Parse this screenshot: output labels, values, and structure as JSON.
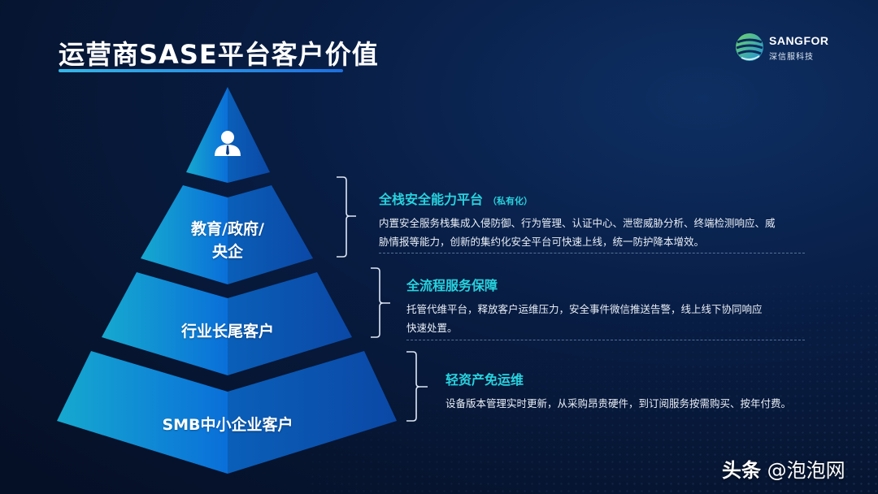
{
  "header": {
    "title": "运营商SASE平台客户价值",
    "logo": {
      "brand": "SANGFOR",
      "subtitle": "深信服科技",
      "icon": "globe-logo-icon"
    }
  },
  "pyramid": {
    "top_icon": "business-person-icon",
    "tiers": [
      {
        "label_line1": "教育/政府/",
        "label_line2": "央企"
      },
      {
        "label": "行业长尾客户"
      },
      {
        "label": "SMB中小企业客户"
      }
    ],
    "colors": {
      "light": "#1a9bd8",
      "mid": "#0c6fd6",
      "dark": "#0b4fb0",
      "teal": "#13b6c9"
    }
  },
  "values": [
    {
      "title": "全栈安全能力平台",
      "title_note": "（私有化）",
      "desc_line1": "内置安全服务栈集成入侵防御、行为管理、认证中心、泄密威胁分析、终端检测响应、威",
      "desc_line2": "胁情报等能力，创新的集约化安全平台可快速上线，统一防护降本增效。"
    },
    {
      "title": "全流程服务保障",
      "desc_line1": "托管代维平台，释放客户运维压力，安全事件微信推送告警，线上线下协同响应",
      "desc_line2": "快速处置。"
    },
    {
      "title": "轻资产免运维",
      "desc_line1": "设备版本管理实时更新，从采购昂贵硬件，到订阅服务按需购买、按年付费。"
    }
  ],
  "watermark": {
    "prefix": "头条",
    "handle": "@泡泡网"
  },
  "colors": {
    "accent_cyan": "#27d3de",
    "background": "#06142f",
    "underline": "#35b8e8"
  }
}
